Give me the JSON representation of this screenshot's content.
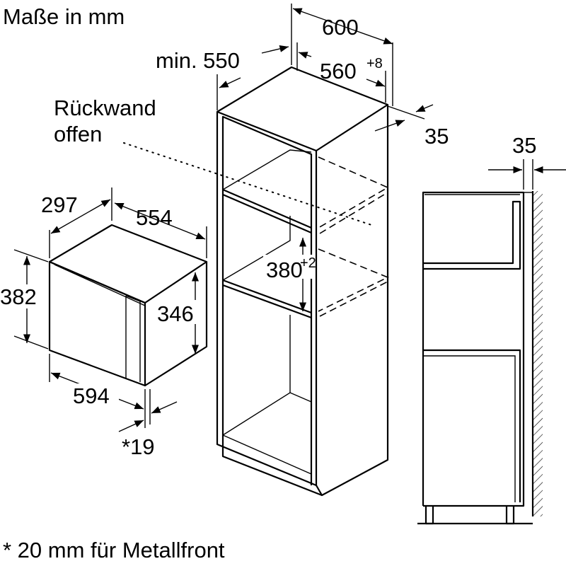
{
  "title": "Maße in mm",
  "footnote": "* 20 mm für Metallfront",
  "cabinet": {
    "depth_total": "600",
    "depth_min": "min. 550",
    "inner_depth": "560",
    "inner_depth_tol": "+8",
    "offset": "35",
    "back_label_line1": "Rückwand",
    "back_label_line2": "offen",
    "niche_height": "380",
    "niche_height_tol": "+2"
  },
  "appliance": {
    "depth": "297",
    "width_top": "554",
    "height": "382",
    "inner_height": "346",
    "width": "594",
    "front_thickness": "*19"
  },
  "side_view": {
    "wall_gap": "35"
  }
}
